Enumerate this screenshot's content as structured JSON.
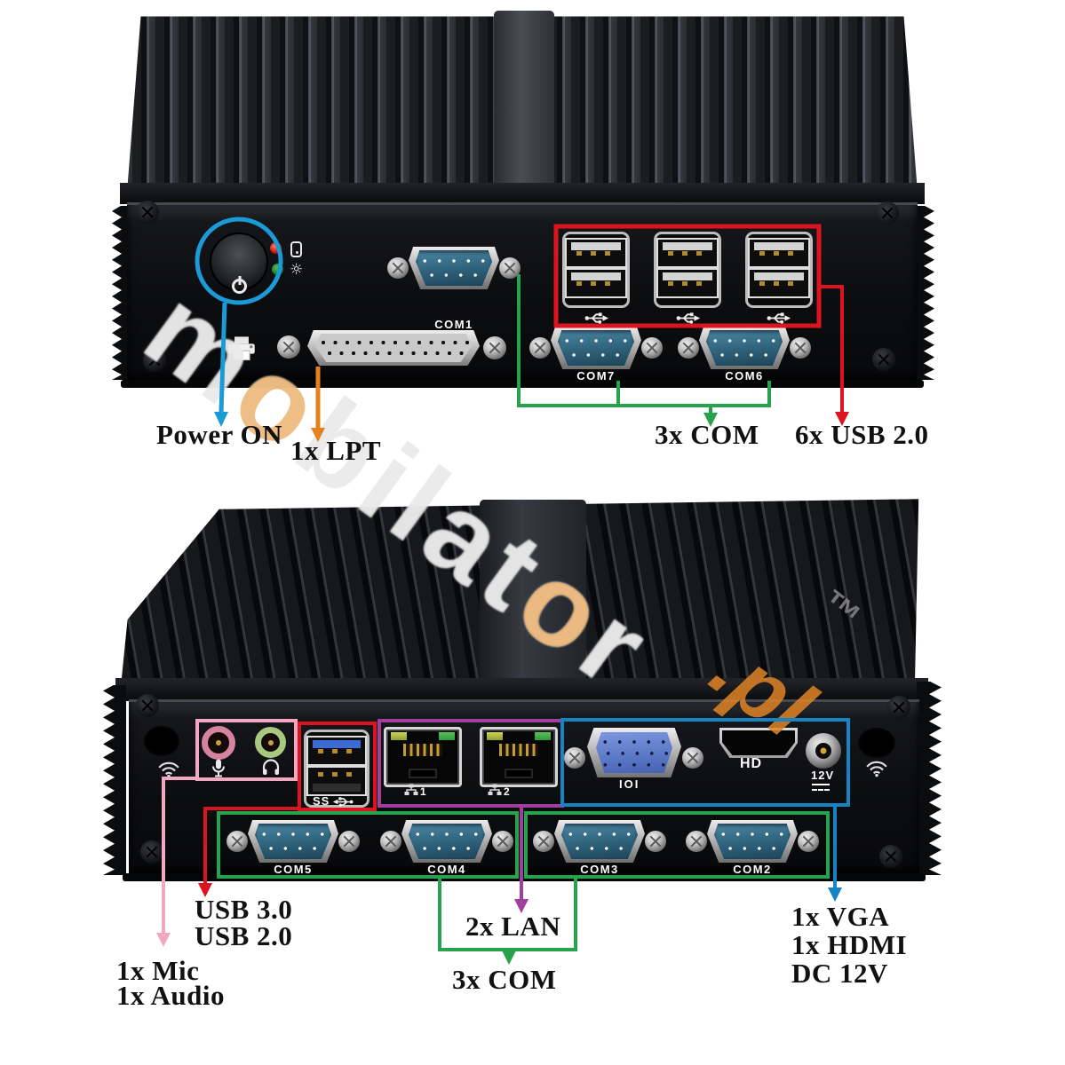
{
  "watermark": {
    "letters": [
      {
        "ch": "m",
        "orange": false
      },
      {
        "ch": "o",
        "orange": true
      },
      {
        "ch": "b",
        "orange": false
      },
      {
        "ch": "i",
        "orange": false
      },
      {
        "ch": "l",
        "orange": false
      },
      {
        "ch": "a",
        "orange": false
      },
      {
        "ch": "t",
        "orange": false
      },
      {
        "ch": "o",
        "orange": true
      },
      {
        "ch": "r",
        "orange": false
      }
    ],
    "suffix": ".pl",
    "tm": "™"
  },
  "colors": {
    "annotation_blue": "#1a9bd7",
    "orange": "#e6811f",
    "green": "#28a24c",
    "red": "#dc1420",
    "pink": "#f2a8c0",
    "purple": "#a13f9f",
    "box_blue": "#1583c4",
    "label_text": "#111111"
  },
  "icons": {
    "lamp": "☼"
  },
  "top_unit": {
    "ports": {
      "com1": "COM1",
      "com7": "COM7",
      "com6": "COM6"
    },
    "labels": {
      "power": "Power ON",
      "lpt": "1x LPT",
      "com": "3x COM",
      "usb": "6x USB 2.0"
    }
  },
  "bottom_unit": {
    "ports": {
      "com5": "COM5",
      "com4": "COM4",
      "com3": "COM3",
      "com2": "COM2",
      "hdmi": "HD",
      "dc": "12V",
      "ss": "SS",
      "vga_icon": "IOI",
      "lan1": "1",
      "lan2": "2"
    },
    "labels": {
      "usb3": "USB 3.0",
      "usb2": "USB 2.0",
      "mic": "1x Mic",
      "audio": "1x Audio",
      "lan": "2x LAN",
      "com": "3x COM",
      "vga": "1x VGA",
      "hdmi": "1x HDMI",
      "dc": "DC 12V"
    }
  }
}
